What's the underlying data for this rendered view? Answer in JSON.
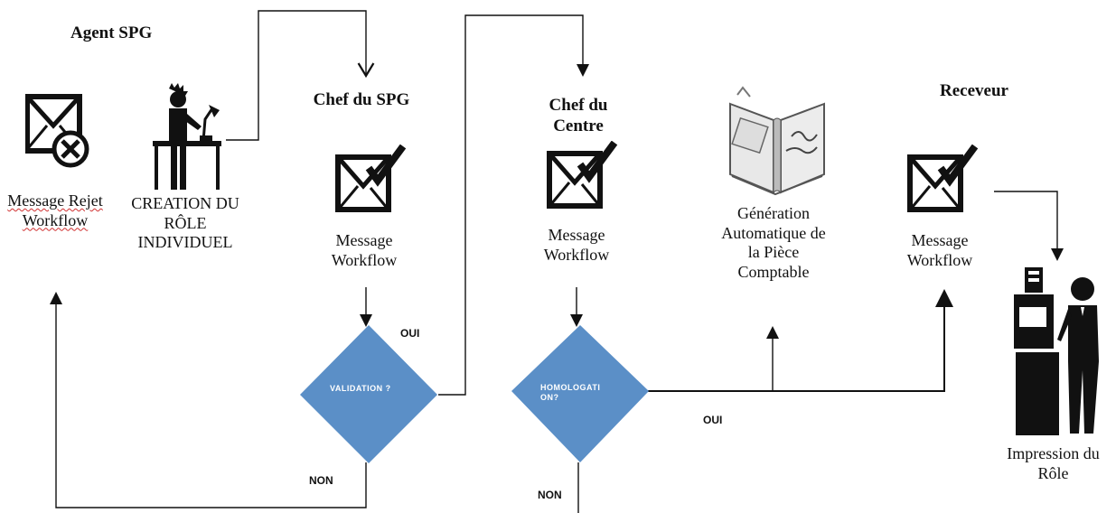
{
  "headings": {
    "agent": "Agent SPG",
    "chef_spg": "Chef du SPG",
    "chef_centre": "Chef du Centre",
    "receveur": "Receveur"
  },
  "nodes": {
    "rejet": "Message Rejet Workflow",
    "creation": "CREATION DU RÔLE INDIVIDUEL",
    "msg1": "Message Workflow",
    "msg2": "Message Workflow",
    "generation": "Génération Automatique de la Pièce Comptable",
    "msg3": "Message Workflow",
    "impression": "Impression du Rôle"
  },
  "decisions": {
    "validation": "VALIDATION ?",
    "homologation": "HOMOLOGATI ON?"
  },
  "edges": {
    "oui1": "OUI",
    "non1": "NON",
    "oui2": "OUI",
    "non2": "NON"
  },
  "icons": [
    "envelope-x-icon",
    "person-desk-icon",
    "envelope-check-icon",
    "book-icon",
    "cashier-icon"
  ],
  "colors": {
    "diamond": "#5b8fc7",
    "lines": "#111111"
  }
}
